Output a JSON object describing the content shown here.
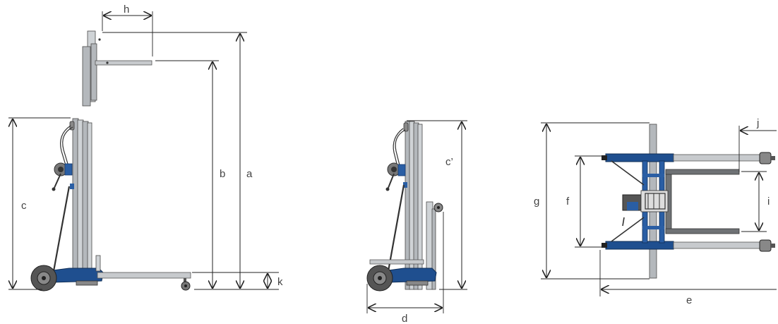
{
  "diagram": {
    "colors": {
      "blue": "#1f4f8f",
      "blue_light": "#3c6fb5",
      "mast_gray": "#b4b8bc",
      "wheel_dark": "#444444",
      "line": "#222222"
    },
    "dimension_labels": {
      "a": "a",
      "b": "b",
      "c": "c",
      "c_prime": "c’",
      "d": "d",
      "e": "e",
      "f": "f",
      "g": "g",
      "h": "h",
      "i": "i",
      "j": "j",
      "k": "k"
    },
    "views": [
      "side-view-extended",
      "side-view-stowed",
      "top-view"
    ]
  }
}
